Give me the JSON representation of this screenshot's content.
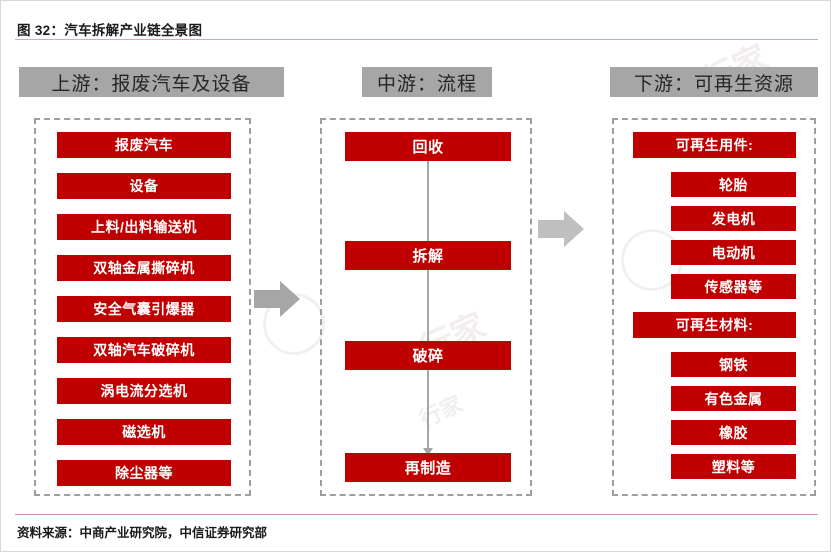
{
  "figure": {
    "title": "图 32：汽车拆解产业链全景图",
    "source_note": "资料来源：中商产业研究院，中信证券研究部",
    "watermark_text": "行家"
  },
  "colors": {
    "box_red": "#C00000",
    "header_gray": "#A6A6A6",
    "dash_gray": "#9E9E9E",
    "arrow_gray": "#A6A6A6",
    "rule_pink": "#E0A5AE",
    "text_dark": "#1A1A1A",
    "box_text": "#FFFFFF"
  },
  "columns": {
    "upstream": {
      "header": "上游：报废汽车及设备",
      "items": [
        {
          "label": "报废汽车"
        },
        {
          "label": "设备"
        },
        {
          "label": "上料/出料输送机"
        },
        {
          "label": "双轴金属撕碎机"
        },
        {
          "label": "安全气囊引爆器"
        },
        {
          "label": "双轴汽车破碎机"
        },
        {
          "label": "涡电流分选机"
        },
        {
          "label": "磁选机"
        },
        {
          "label": "除尘器等"
        }
      ]
    },
    "midstream": {
      "header": "中游：流程",
      "items": [
        {
          "label": "回收"
        },
        {
          "label": "拆解"
        },
        {
          "label": "破碎"
        },
        {
          "label": "再制造"
        }
      ]
    },
    "downstream": {
      "header": "下游：可再生资源",
      "groups": [
        {
          "label": "可再生用件:",
          "items": [
            {
              "label": "轮胎"
            },
            {
              "label": "发电机"
            },
            {
              "label": "电动机"
            },
            {
              "label": "传感器等"
            }
          ]
        },
        {
          "label": "可再生材料:",
          "items": [
            {
              "label": "钢铁"
            },
            {
              "label": "有色金属"
            },
            {
              "label": "橡胶"
            },
            {
              "label": "塑料等"
            }
          ]
        }
      ]
    }
  },
  "connectors": {
    "stage_arrow_1": "arrow-right-icon",
    "stage_arrow_2": "arrow-right-icon",
    "flow_arrows": [
      "arrow-down-icon",
      "arrow-down-icon",
      "arrow-down-icon"
    ]
  }
}
